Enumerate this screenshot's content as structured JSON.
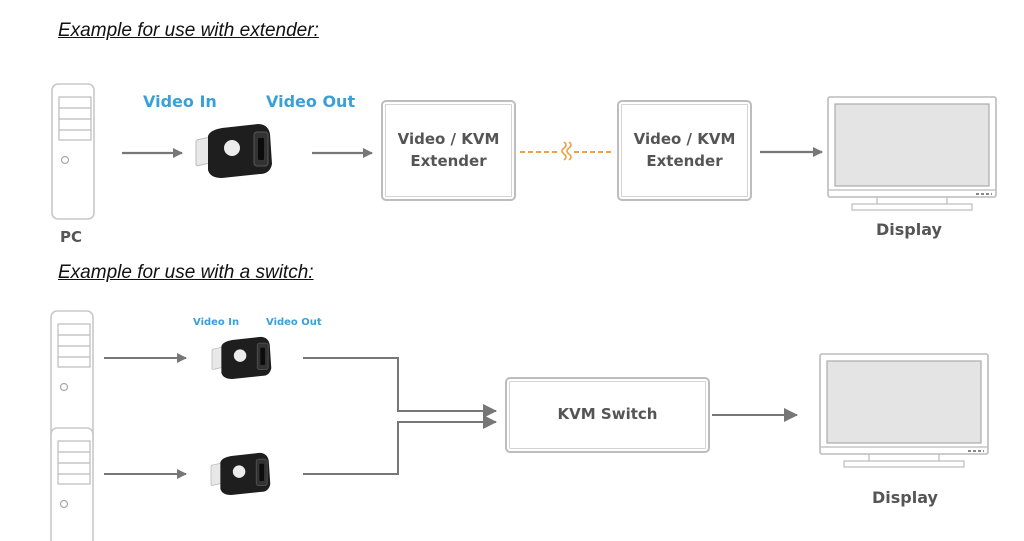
{
  "sections": [
    {
      "heading": "Example for use with extender:",
      "labels": {
        "video_in": "Video In",
        "video_out": "Video Out",
        "pc": "PC",
        "display": "Display"
      },
      "boxes": [
        {
          "line1": "Video / KVM",
          "line2": "Extender"
        },
        {
          "line1": "Video / KVM",
          "line2": "Extender"
        }
      ],
      "link_style": "dashed-cable-break",
      "colors": {
        "label": "#3aa0d8",
        "cable": "#f0a040",
        "arrow": "#777777"
      }
    },
    {
      "heading": "Example for use with a switch:",
      "labels": {
        "video_in": "Video In",
        "video_out": "Video Out",
        "display": "Display"
      },
      "boxes": [
        {
          "line1": "KVM Switch"
        }
      ],
      "pc_count": 2,
      "adapter_count": 2
    }
  ]
}
